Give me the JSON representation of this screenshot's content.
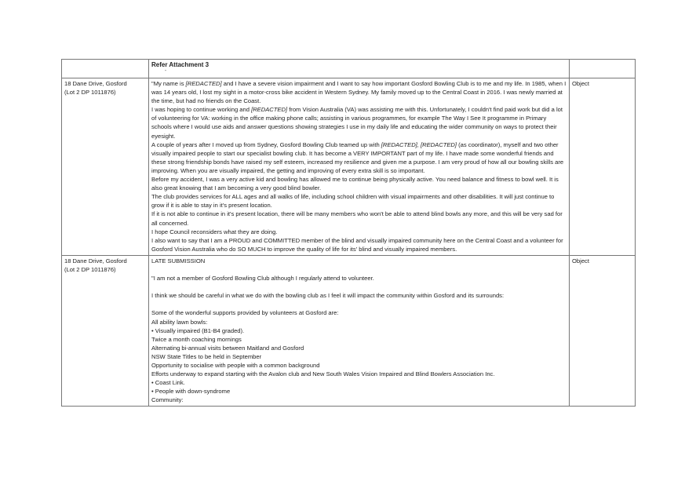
{
  "header": {
    "title": "Refer Attachment 3",
    "mark": "\""
  },
  "rows": [
    {
      "address_line1": "18 Dane Drive, Gosford",
      "address_line2": "(Lot 2 DP 1011876)",
      "position": "Object",
      "paragraphs": [
        [
          "\"My name is ",
          "[REDACTED]",
          " and I have a severe vision impairment and I want to say how important Gosford Bowling Club is to me and my life. In 1985, when I was 14 years old, I lost my sight in a motor-cross bike accident in Western Sydney.  My family moved up to the Central Coast in 2016. I was newly married at the time, but had no friends on the Coast."
        ],
        [
          "I was hoping to continue working and ",
          "[REDACTED]",
          " from Vision Australia (VA) was assisting me with this. Unfortunately, I couldn't find paid work but did a lot of volunteering for VA: working in the office making phone calls; assisting in various programmes, for example The Way I See It programme in Primary schools where I would use aids and answer questions showing strategies I use in my daily life and educating the wider community on ways to protect their eyesight."
        ],
        [
          "A couple of years after I moved up from Sydney, Gosford Bowling Club teamed up with ",
          "[REDACTED], [REDACTED]",
          " (as coordinator), myself and two other visually impaired people to start our specialist bowling club.  It has become a VERY IMPORTANT part of my life. I have made some wonderful friends and these strong friendship bonds have raised my self esteem, increased my resilience and given me a purpose. I am very proud of how all our bowling skills are improving. When you are visually impaired, the getting and improving of every extra skill is so important."
        ],
        [
          "Before my accident, I was a very active kid and bowling has allowed me to continue being physically active. You need balance and fitness to bowl well. It is also great knowing that I am becoming a very good blind bowler.",
          "",
          ""
        ],
        [
          "The club provides services for ALL ages and all walks of life, including school children with visual impairments and other disabilities. It will just continue to grow if it is able to stay in it's present location.",
          "",
          ""
        ],
        [
          "If it is not able to continue in it's present location, there will be many members who won't be able to attend blind bowls any more, and this will be very sad for all concerned.",
          "",
          ""
        ],
        [
          "I hope Council reconsiders what they are doing.",
          "",
          ""
        ],
        [
          "I also want to say that I am a PROUD and COMMITTED member of the blind and visually impaired community here on the Central Coast and a volunteer for Gosford Vision Australia who do SO MUCH to improve the quality of life for its' blind and visually impaired members.",
          "",
          ""
        ]
      ]
    },
    {
      "address_line1": "18 Dane Drive, Gosford",
      "address_line2": "(Lot 2 DP 1011876)",
      "position": "Object",
      "lines": [
        "LATE SUBMISSION",
        "",
        "\"I am not a member of Gosford Bowling Club although I regularly attend to volunteer.",
        "",
        "I think we should be careful in what we do with the bowling club as I feel it will impact the community within Gosford and its surrounds:",
        "",
        "Some of the wonderful supports provided by volunteers at Gosford are:",
        "All ability lawn bowls:",
        "• Visually impaired (B1-B4 graded).",
        "Twice a month coaching mornings",
        "Alternating bi-annual visits between Maitland and Gosford",
        "NSW State Titles to be held in September",
        "Opportunity to socialise with people with a common background",
        "Efforts underway to expand starting with the Avalon club and New South Wales Vision Impaired and Blind Bowlers Association Inc.",
        "• Coast Link.",
        "• People with down-syndrome",
        "Community:"
      ]
    }
  ]
}
